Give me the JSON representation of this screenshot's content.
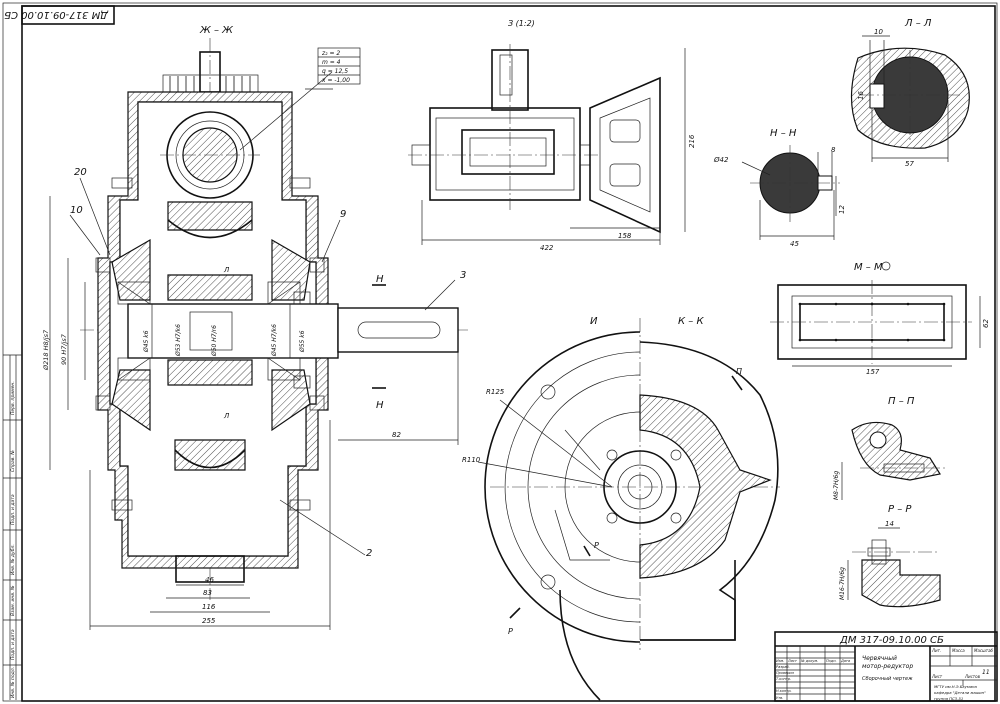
{
  "drawing": {
    "stamp_code": "ДМ 317-09.10.00 СБ",
    "title_code": "ДМ 317-09.10.00 СБ",
    "title_name": [
      "Червячный",
      "мотор-редуктор"
    ],
    "title_type": "Сборочный чертеж",
    "sheet_count": "11",
    "org_info": [
      "МГТУ им.Н.Э.Баумана",
      "кафедра \"Детали машин\"",
      "группа ПС3-51"
    ],
    "stamp_rows": [
      "Изм.",
      "Лист",
      "№ докум.",
      "Подп.",
      "Дата",
      "Разраб.",
      "Проверил",
      "Т.контр.",
      "Н.контр.",
      "Утв."
    ],
    "stamp_labels": [
      "Лит.",
      "Масса",
      "Масштаб",
      "Лист",
      "Листов"
    ],
    "side_labels": [
      "Перв. примен.",
      "Справ. №",
      "Подп. и дата",
      "Инв. № дубл.",
      "Взам. инв. №",
      "Подп. и дата",
      "Инв. № подл."
    ]
  },
  "sections": {
    "main": "Ж – Ж",
    "top_ref": "З (1:2)",
    "ll": "Л – Л",
    "nn": "Н – Н",
    "mm": "М – М",
    "ii": "И",
    "kk": "К – К",
    "pp": "П – П",
    "rr": "Р – Р"
  },
  "gear_params": [
    "z₂ = 2",
    "m = 4",
    "q = 12,5",
    "x = -1,00"
  ],
  "positions": [
    "20",
    "10",
    "9",
    "3",
    "2"
  ],
  "cut_marks": [
    "Н",
    "Н",
    "Л",
    "Л",
    "П",
    "Р",
    "Р"
  ],
  "dims": {
    "d46": "46",
    "d83": "83",
    "d116": "116",
    "d255": "255",
    "d82": "82",
    "d422": "422",
    "d158": "158",
    "d216": "216",
    "d57": "57",
    "d10": "10",
    "d16": "16",
    "d42": "Ø42",
    "d8": "8",
    "d12": "12",
    "d45": "45",
    "d157": "157",
    "d62": "62",
    "d14": "14",
    "r125": "R125",
    "r110": "R110",
    "v_phi218": "Ø218 H8/js7",
    "v_90": "90 H7/js7",
    "v_phi45": "Ø45 k6",
    "v_phi53": "Ø53 H7/k6",
    "v_phi50": "Ø50 H7/r6",
    "v_phi45b": "Ø45 H7/k6",
    "v_phi55": "Ø55 k6",
    "v_m8": "M8-7H/6g",
    "v_m16": "M16-7H/6g"
  }
}
